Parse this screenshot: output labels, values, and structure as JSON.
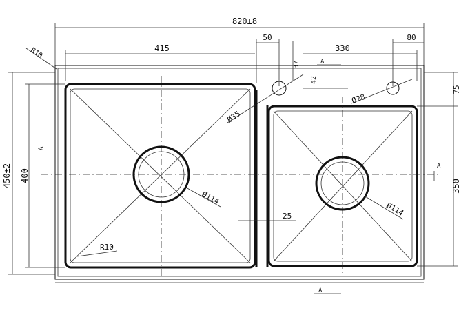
{
  "drawing": {
    "overall_width": "820±8",
    "left_bowl_width": "415",
    "drain_spacing": "50",
    "right_bowl_width": "330",
    "right_margin": "80",
    "overall_depth": "450±2",
    "left_bowl_depth": "400",
    "right_bowl_depth": "350",
    "right_offset": "75",
    "tap_offset_1": "37",
    "tap_offset_2": "42",
    "corner_radius_outer": "R10",
    "corner_radius_inner": "R10",
    "tap_hole_dia": "Ø35",
    "overflow_dia": "Ø28",
    "left_drain_dia": "Ø114",
    "right_drain_dia": "Ø114",
    "divider_width": "25",
    "section_label_1": "A",
    "section_label_2": "A",
    "section_label_3": "A",
    "section_label_4": "A"
  }
}
